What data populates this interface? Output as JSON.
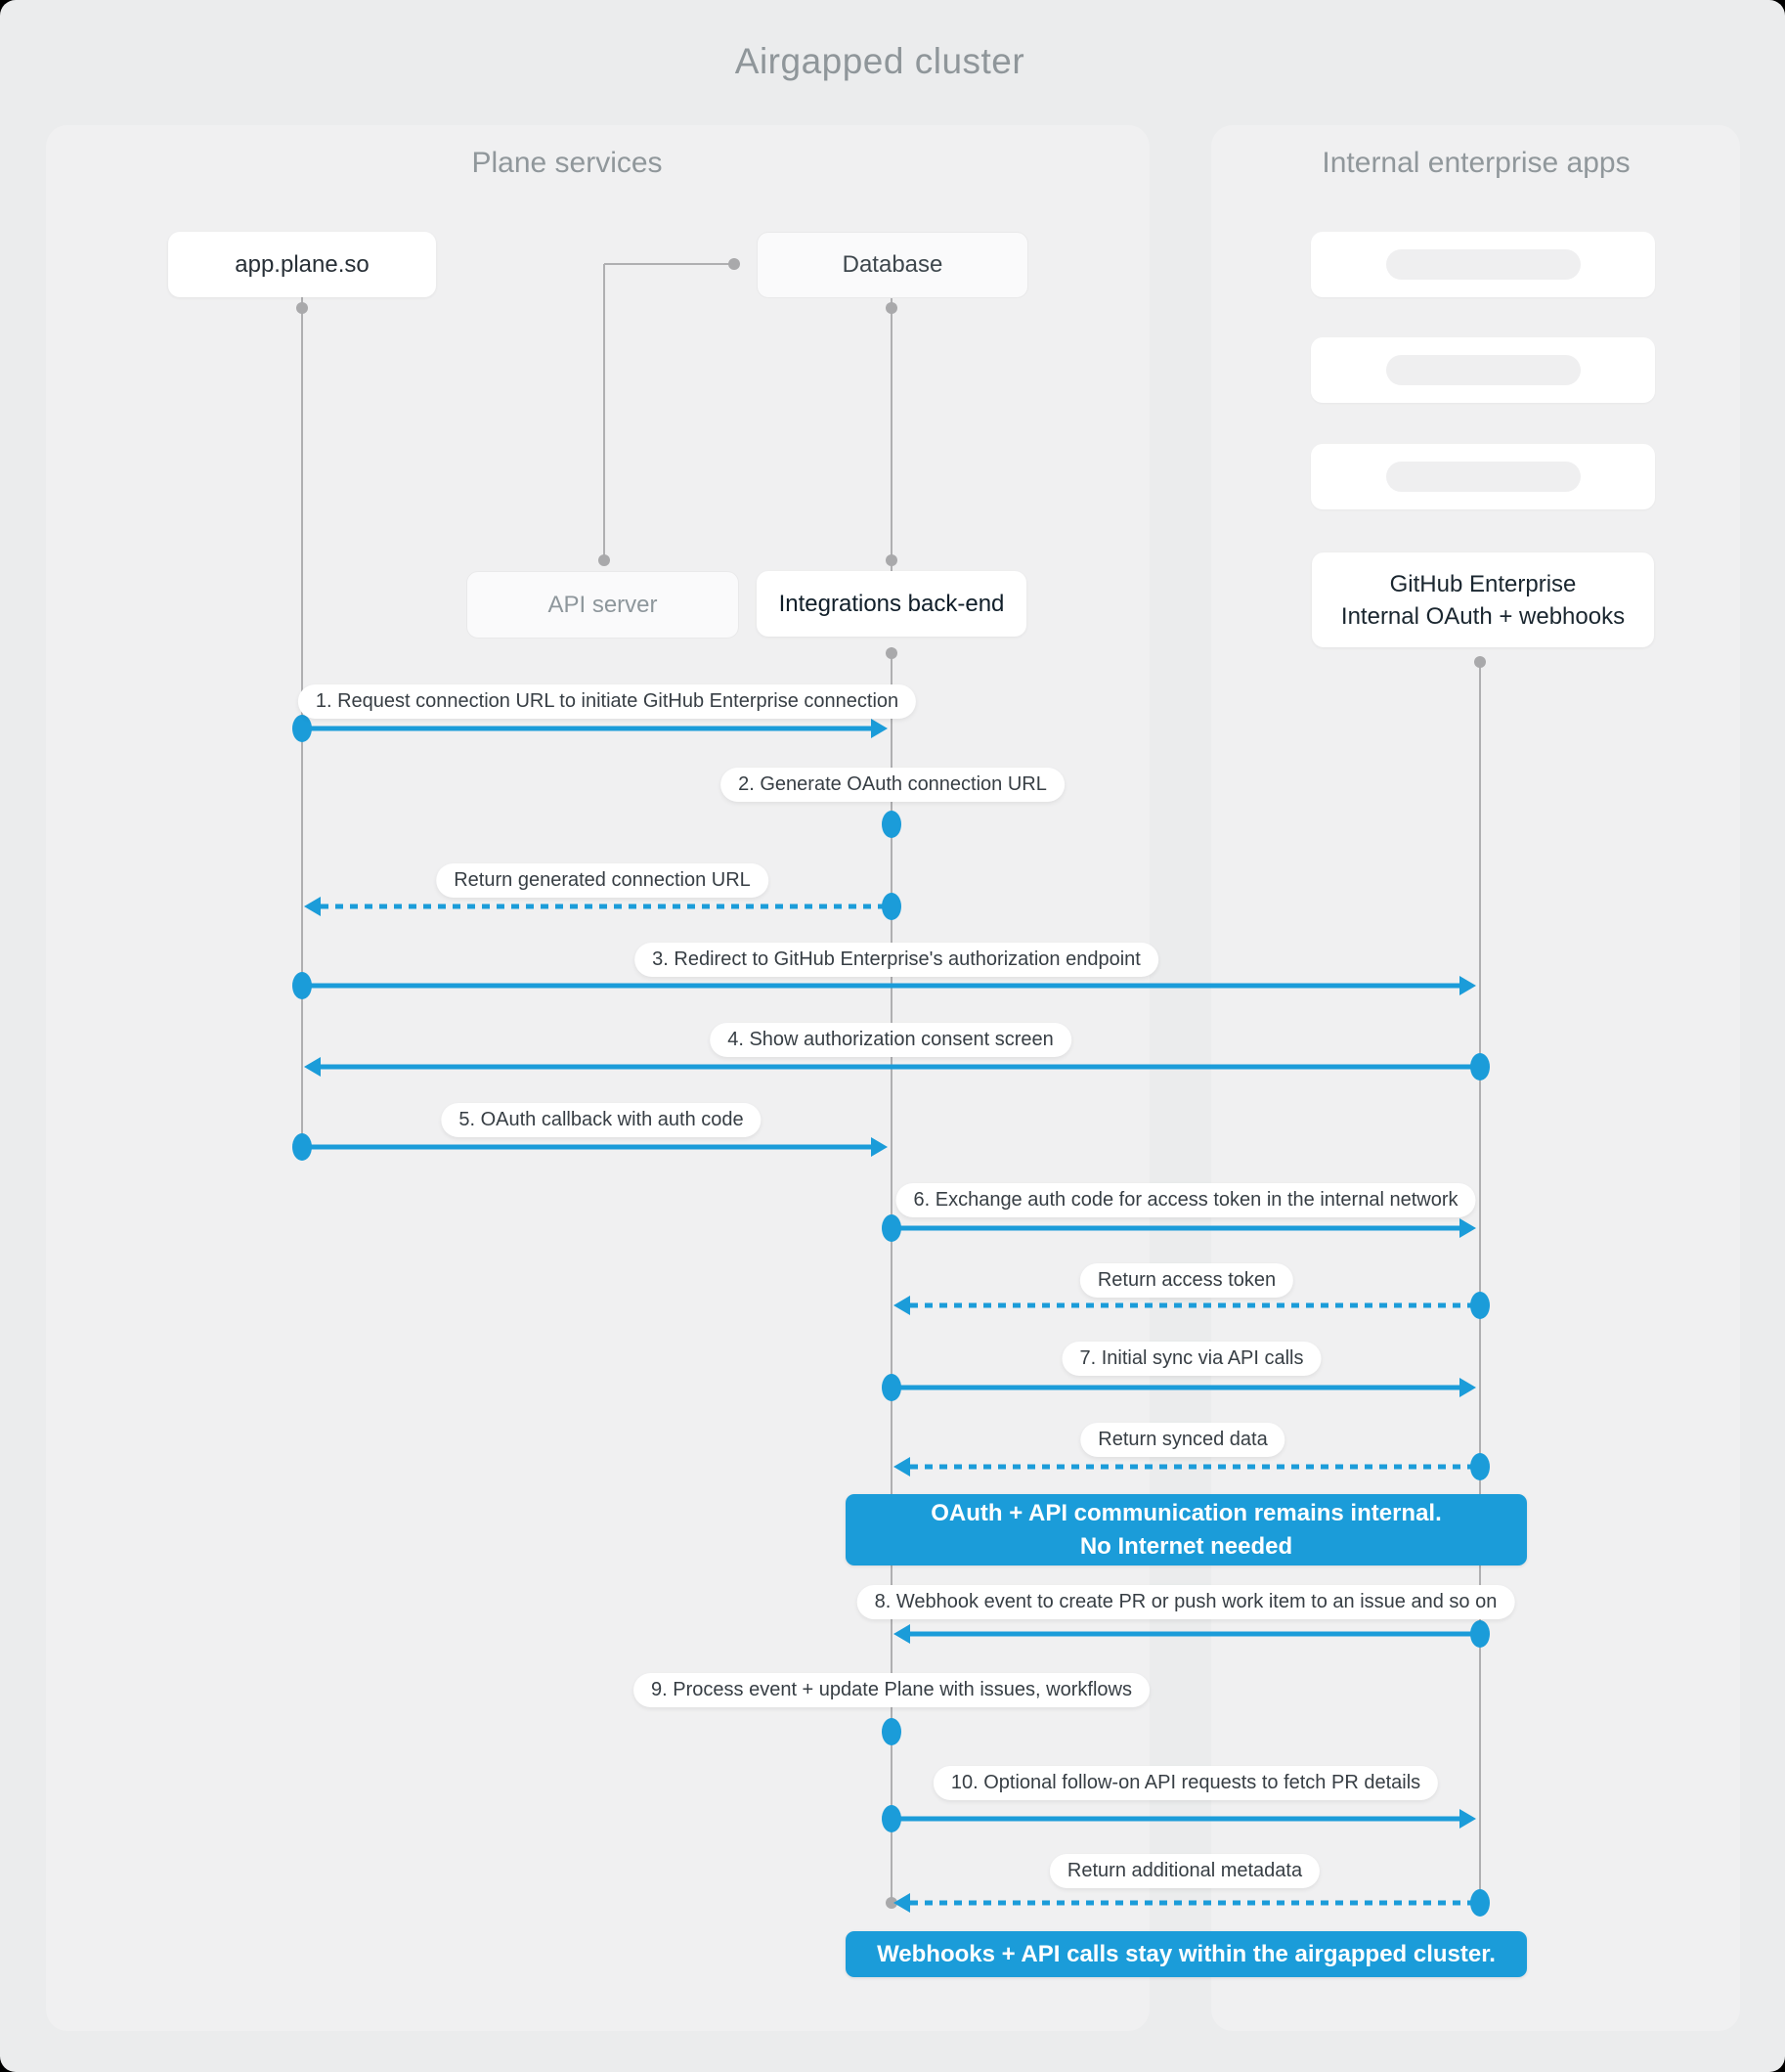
{
  "title": "Airgapped cluster",
  "colors": {
    "accent": "#1B9CD9",
    "background": "#EBECED",
    "panel": "#F0F0F1"
  },
  "panels": {
    "left_title": "Plane services",
    "right_title": "Internal enterprise apps"
  },
  "actors": {
    "app": "app.plane.so",
    "database": "Database",
    "api_server": "API server",
    "integrations": "Integrations back-end",
    "github_line1": "GitHub Enterprise",
    "github_line2": "Internal OAuth + webhooks"
  },
  "skeleton_cards_count": 3,
  "messages": [
    {
      "label": "1. Request connection URL to initiate GitHub Enterprise connection",
      "from": "app.plane.so",
      "to": "Integrations back-end",
      "line": "solid"
    },
    {
      "label": "2. Generate OAuth connection URL",
      "from": "Integrations back-end",
      "to": "Integrations back-end",
      "line": "self"
    },
    {
      "label": "Return generated connection URL",
      "from": "Integrations back-end",
      "to": "app.plane.so",
      "line": "dashed"
    },
    {
      "label": "3. Redirect to GitHub Enterprise's authorization endpoint",
      "from": "app.plane.so",
      "to": "GitHub Enterprise",
      "line": "solid"
    },
    {
      "label": "4. Show authorization consent screen",
      "from": "GitHub Enterprise",
      "to": "app.plane.so",
      "line": "solid"
    },
    {
      "label": "5. OAuth callback with auth code",
      "from": "app.plane.so",
      "to": "Integrations back-end",
      "line": "solid"
    },
    {
      "label": "6. Exchange auth code for access token in the internal network",
      "from": "Integrations back-end",
      "to": "GitHub Enterprise",
      "line": "solid"
    },
    {
      "label": "Return access token",
      "from": "GitHub Enterprise",
      "to": "Integrations back-end",
      "line": "dashed"
    },
    {
      "label": "7. Initial sync via API calls",
      "from": "Integrations back-end",
      "to": "GitHub Enterprise",
      "line": "solid"
    },
    {
      "label": "Return synced data",
      "from": "GitHub Enterprise",
      "to": "Integrations back-end",
      "line": "dashed"
    },
    {
      "label": "8. Webhook event to create PR or push work item to an issue and so on",
      "from": "GitHub Enterprise",
      "to": "Integrations back-end",
      "line": "solid"
    },
    {
      "label": "9. Process event + update Plane with issues, workflows",
      "from": "Integrations back-end",
      "to": "Integrations back-end",
      "line": "self"
    },
    {
      "label": "10. Optional follow-on API requests to fetch PR details",
      "from": "Integrations back-end",
      "to": "GitHub Enterprise",
      "line": "solid"
    },
    {
      "label": "Return additional metadata",
      "from": "GitHub Enterprise",
      "to": "Integrations back-end",
      "line": "dashed"
    }
  ],
  "banners": [
    {
      "line1": "OAuth + API communication remains internal.",
      "line2": "No Internet needed"
    },
    {
      "line1": "Webhooks + API calls stay within the airgapped cluster."
    }
  ]
}
